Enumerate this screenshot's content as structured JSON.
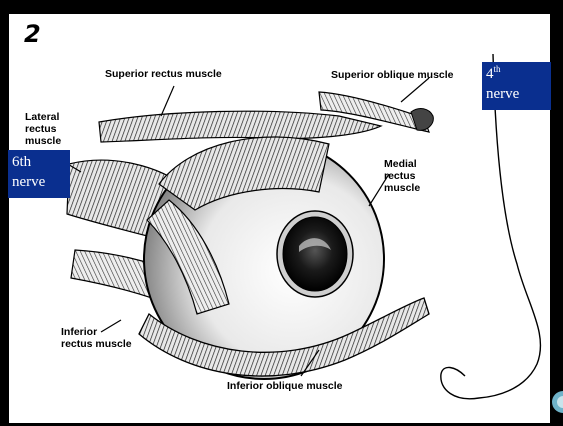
{
  "figure": {
    "number": "2",
    "labels": {
      "superior_rectus": "Superior rectus muscle",
      "superior_oblique": "Superior oblique muscle",
      "lateral_rectus_1": "Lateral",
      "lateral_rectus_2": "rectus",
      "lateral_rectus_3": "muscle",
      "medial_rectus_1": "Medial",
      "medial_rectus_2": "rectus",
      "medial_rectus_3": "muscle",
      "inferior_rectus_1": "Inferior",
      "inferior_rectus_2": "rectus muscle",
      "inferior_oblique": "Inferior oblique muscle"
    }
  },
  "callouts": {
    "fourth_nerve_num": "4",
    "fourth_nerve_sup": "th",
    "fourth_nerve_word": "nerve",
    "sixth_nerve_line1": "6th",
    "sixth_nerve_line2": "nerve"
  },
  "colors": {
    "callout_bg": "#0a2f8f",
    "slide_bg": "#000000",
    "panel_bg": "#ffffff"
  }
}
